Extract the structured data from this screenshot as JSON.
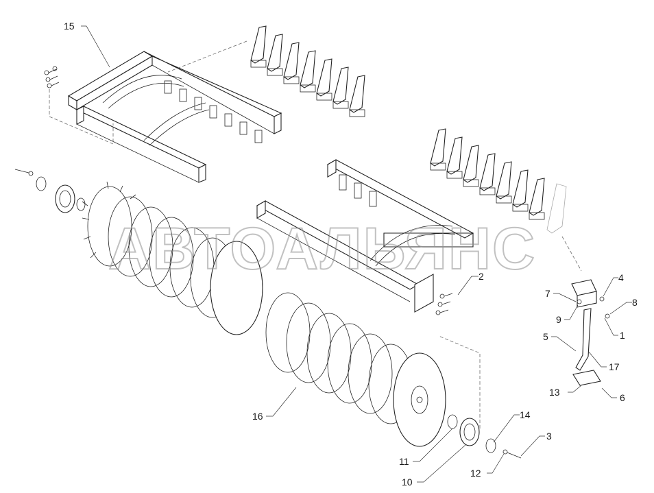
{
  "watermark": "АВТОАЛЬЯНС",
  "callouts": [
    {
      "id": "15",
      "text": "15"
    },
    {
      "id": "2",
      "text": "2"
    },
    {
      "id": "4",
      "text": "4"
    },
    {
      "id": "7",
      "text": "7"
    },
    {
      "id": "8",
      "text": "8"
    },
    {
      "id": "9",
      "text": "9"
    },
    {
      "id": "1",
      "text": "1"
    },
    {
      "id": "5",
      "text": "5"
    },
    {
      "id": "17",
      "text": "17"
    },
    {
      "id": "13",
      "text": "13"
    },
    {
      "id": "6",
      "text": "6"
    },
    {
      "id": "16",
      "text": "16"
    },
    {
      "id": "14",
      "text": "14"
    },
    {
      "id": "3",
      "text": "3"
    },
    {
      "id": "11",
      "text": "11"
    },
    {
      "id": "10",
      "text": "10"
    },
    {
      "id": "12",
      "text": "12"
    }
  ]
}
